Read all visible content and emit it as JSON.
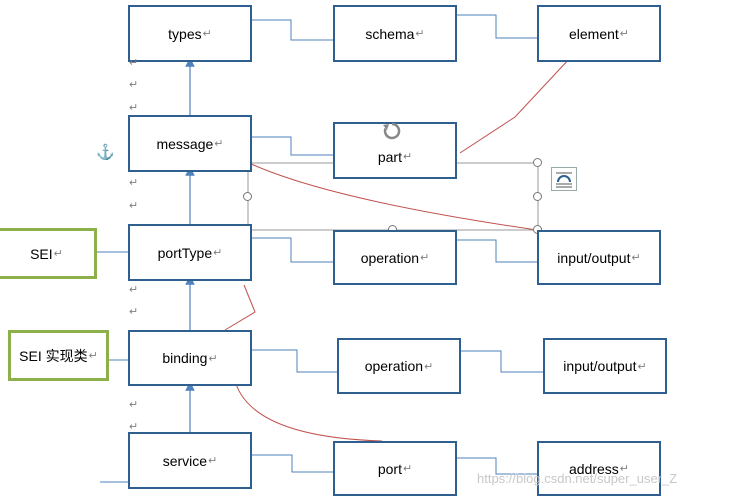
{
  "diagram": {
    "return_mark": "↵",
    "boxes": {
      "types": "types",
      "schema": "schema",
      "element": "element",
      "message": "message",
      "part": "part",
      "porttype": "portType",
      "operation1": "operation",
      "inout1": "input/output",
      "sei": "SEI",
      "binding": "binding",
      "sei_impl": "SEI 实现类",
      "operation2": "operation",
      "inout2": "input/output",
      "service": "service",
      "port": "port",
      "address": "address"
    },
    "colors": {
      "box_border": "#2f5f8e",
      "green_border": "#8db04a",
      "connector": "#4f81bd",
      "red_line": "#c0504d"
    },
    "icons": {
      "anchor": "anchor-icon",
      "rotate": "rotate-icon",
      "wrap": "layout-options-icon"
    },
    "watermark": "https://blog.csdn.net/super_user_Z"
  }
}
